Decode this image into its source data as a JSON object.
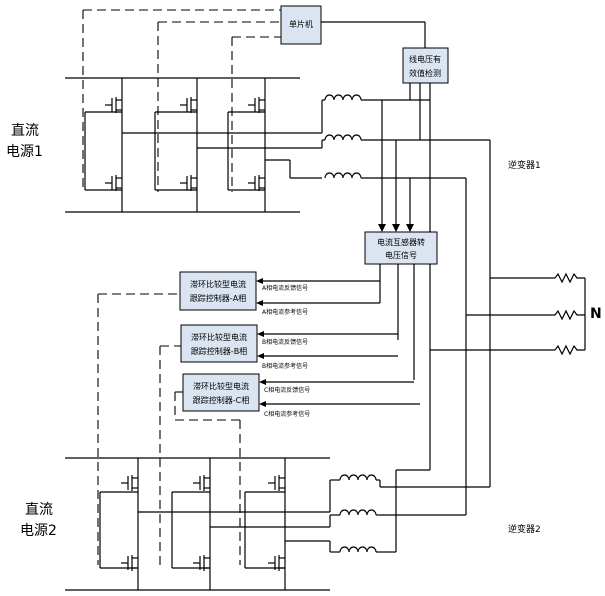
{
  "labels": {
    "source1": [
      "直流",
      "电源1"
    ],
    "source2": [
      "直流",
      "电源2"
    ],
    "mcu": "单片机",
    "voltage_detect": [
      "线电压有",
      "效值检测"
    ],
    "current_sensor": [
      "电流互感器转",
      "电压信号"
    ],
    "controllers": [
      {
        "lines": [
          "滞环比较型电流",
          "跟踪控制器-A相"
        ],
        "feedback": "A相电流反馈信号",
        "reference": "A相电流参考信号"
      },
      {
        "lines": [
          "滞环比较型电流",
          "跟踪控制器-B相"
        ],
        "feedback": "B相电流反馈信号",
        "reference": "B相电流参考信号"
      },
      {
        "lines": [
          "滞环比较型电流",
          "跟踪控制器-C相"
        ],
        "feedback": "C相电流反馈信号",
        "reference": "C相电流参考信号"
      }
    ],
    "inverter1": "逆变器1",
    "inverter2": "逆变器2",
    "neutral": "N"
  },
  "colors": {
    "box_fill": "#dbe5f1",
    "line": "#000000"
  }
}
